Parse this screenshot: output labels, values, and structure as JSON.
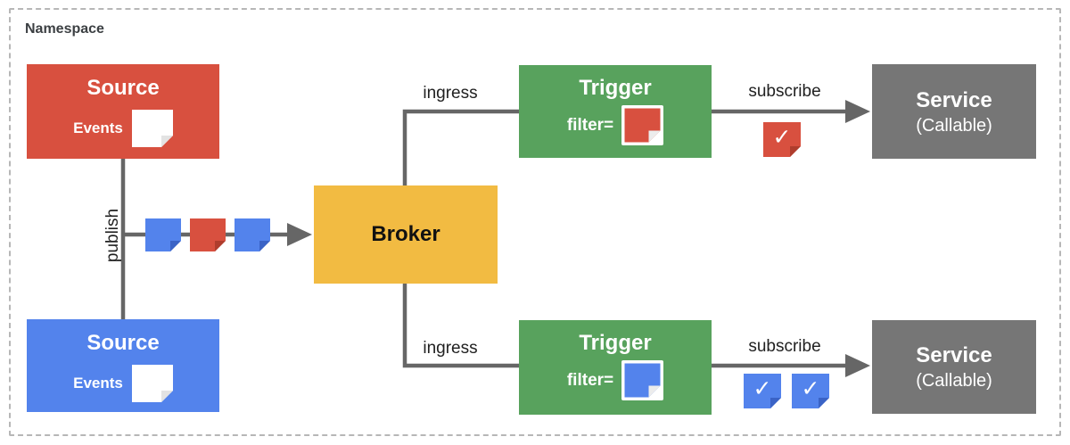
{
  "namespace": {
    "label": "Namespace"
  },
  "nodes": {
    "source_top": {
      "title": "Source",
      "events_label": "Events",
      "color": "#D8503F"
    },
    "source_bottom": {
      "title": "Source",
      "events_label": "Events",
      "color": "#5383EC"
    },
    "broker": {
      "title": "Broker",
      "color": "#F2BB42"
    },
    "trigger_top": {
      "title": "Trigger",
      "filter_label": "filter=",
      "filter_event_color": "#D8503F"
    },
    "trigger_bottom": {
      "title": "Trigger",
      "filter_label": "filter=",
      "filter_event_color": "#5383EC"
    },
    "service_top": {
      "title": "Service",
      "subtitle": "(Callable)",
      "color": "#767676"
    },
    "service_bottom": {
      "title": "Service",
      "subtitle": "(Callable)",
      "color": "#767676"
    }
  },
  "edges": {
    "publish": {
      "label": "publish",
      "event_colors": [
        "#5383EC",
        "#D8503F",
        "#5383EC"
      ]
    },
    "ingress_top": {
      "label": "ingress"
    },
    "ingress_bottom": {
      "label": "ingress"
    },
    "subscribe_top": {
      "label": "subscribe",
      "delivered_event_colors": [
        "#D8503F"
      ]
    },
    "subscribe_bottom": {
      "label": "subscribe",
      "delivered_event_colors": [
        "#5383EC",
        "#5383EC"
      ]
    }
  },
  "icons": {
    "check_glyph": "✓",
    "event_note_icon": "folded-corner note square",
    "check_note_icon": "folded-corner note square with checkmark"
  },
  "colors": {
    "wire": "#666666",
    "frame_dash": "#B7B7B7",
    "source_red": "#D8503F",
    "source_blue": "#5383EC",
    "broker_yellow": "#F2BB42",
    "trigger_green": "#58A25D",
    "service_gray": "#767676"
  }
}
